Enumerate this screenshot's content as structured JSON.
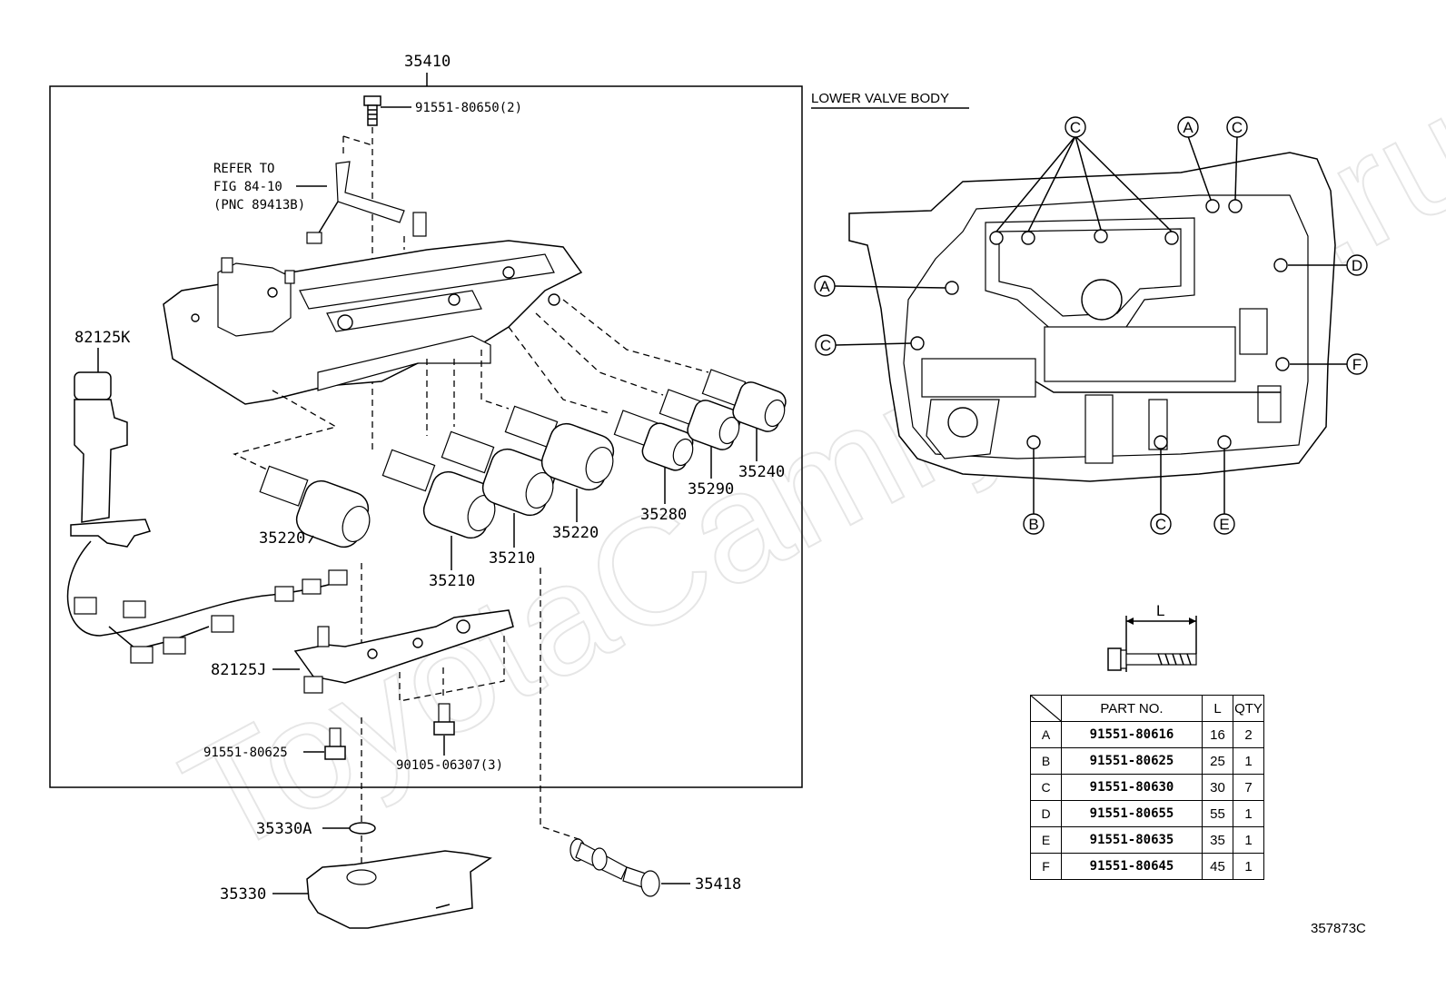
{
  "watermark": "ToyotaCamryparts.ru",
  "assembly_label": "35410",
  "lower_valve_body_label": "LOWER VALVE BODY",
  "refer_note": [
    "REFER TO",
    "FIG 84-10",
    "(PNC 89413B)"
  ],
  "callouts": {
    "bolt_top": "91551-80650(2)",
    "harness": "82125K",
    "solenoid_1": "35220",
    "solenoid_2": "35210",
    "solenoid_3": "35210",
    "solenoid_4": "35220",
    "solenoid_5": "35280",
    "solenoid_6": "35290",
    "solenoid_7": "35240",
    "bracket": "82125J",
    "bolt_left": "91551-80625",
    "bolt_mid": "90105-06307(3)",
    "oring": "35330A",
    "strainer": "35330",
    "pipe": "35418"
  },
  "location_keys": {
    "top_c": "C",
    "top_a": "A",
    "top_c2": "C",
    "right_d": "D",
    "right_f": "F",
    "left_a": "A",
    "left_c": "C",
    "bottom_b": "B",
    "bottom_c": "C",
    "bottom_e": "E"
  },
  "bolt_length_label": "L",
  "table": {
    "headers": {
      "part_no": "PART NO.",
      "length": "L",
      "qty": "QTY"
    },
    "rows": [
      {
        "key": "A",
        "part_no": "91551-80616",
        "length": "16",
        "qty": "2"
      },
      {
        "key": "B",
        "part_no": "91551-80625",
        "length": "25",
        "qty": "1"
      },
      {
        "key": "C",
        "part_no": "91551-80630",
        "length": "30",
        "qty": "7"
      },
      {
        "key": "D",
        "part_no": "91551-80655",
        "length": "55",
        "qty": "1"
      },
      {
        "key": "E",
        "part_no": "91551-80635",
        "length": "35",
        "qty": "1"
      },
      {
        "key": "F",
        "part_no": "91551-80645",
        "length": "45",
        "qty": "1"
      }
    ]
  },
  "figure_code": "357873C"
}
